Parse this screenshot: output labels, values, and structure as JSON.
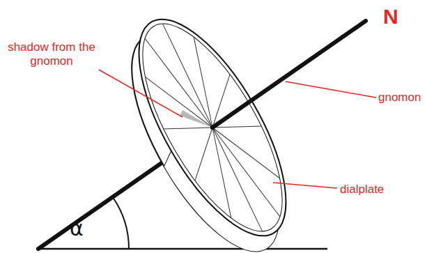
{
  "diagram": {
    "labels": [
      "N",
      "shadow from the gnomon",
      "gnomon",
      "dialplate",
      "α"
    ]
  }
}
